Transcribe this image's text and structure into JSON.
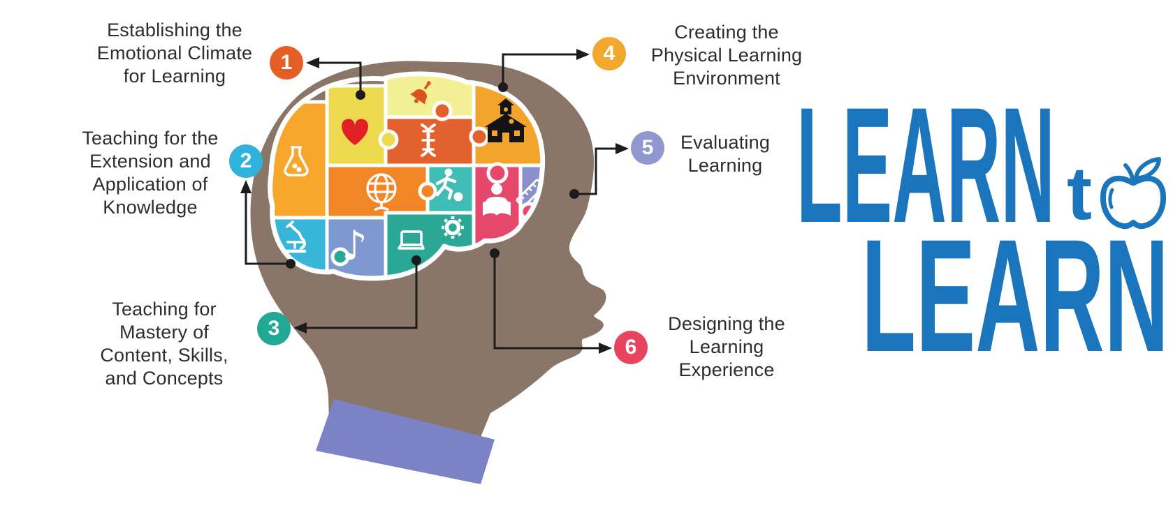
{
  "figure": {
    "text_color": "#2d2d2d",
    "logo": {
      "line1": "LEARN",
      "to_letter": "t",
      "line2": "LEARN",
      "color": "#1b75bc",
      "o_icon": "apple-outline-icon"
    },
    "callouts": [
      {
        "number": "1",
        "text": "Establishing the\nEmotional Climate\nfor Learning",
        "color": "#e45f26"
      },
      {
        "number": "2",
        "text": "Teaching for the\nExtension and\nApplication of\nKnowledge",
        "color": "#2fb3dc"
      },
      {
        "number": "3",
        "text": "Teaching for\nMastery of\nContent, Skills,\nand Concepts",
        "color": "#21a995"
      },
      {
        "number": "4",
        "text": "Creating the\nPhysical Learning\nEnvironment",
        "color": "#f2a72e"
      },
      {
        "number": "5",
        "text": "Evaluating\nLearning",
        "color": "#9198d0"
      },
      {
        "number": "6",
        "text": "Designing the\nLearning\nExperience",
        "color": "#e8435f"
      }
    ],
    "head": {
      "skin_color": "#8a7668",
      "collar_color": "#7b82c6"
    },
    "brain": {
      "outline_color": "#ffffff",
      "pieces": [
        {
          "name": "flask-piece",
          "color": "#f5a62b"
        },
        {
          "name": "heart-piece",
          "color": "#ecd94e"
        },
        {
          "name": "bell-piece",
          "color": "#f3f095"
        },
        {
          "name": "dna-piece",
          "color": "#e2612d"
        },
        {
          "name": "school-piece",
          "color": "#f3a42c"
        },
        {
          "name": "globe-piece",
          "color": "#f08626"
        },
        {
          "name": "runner-piece",
          "color": "#3fbcb3"
        },
        {
          "name": "reader-piece",
          "color": "#e5486b"
        },
        {
          "name": "ruler-piece",
          "color": "#8b8fcb"
        },
        {
          "name": "microscope-piece",
          "color": "#38b6da"
        },
        {
          "name": "music-piece",
          "color": "#7e99d1"
        },
        {
          "name": "laptop-piece",
          "color": "#2aa795"
        }
      ],
      "icon_colors": {
        "bell": "#d9531e",
        "heart": "#e11f26",
        "school": "#131313",
        "white": "#ffffff"
      },
      "icons": [
        "bell",
        "heart",
        "dna",
        "schoolhouse",
        "flask",
        "globe",
        "runner",
        "reader",
        "ruler",
        "microscope",
        "music-note",
        "laptop",
        "gear"
      ],
      "music_note_glyph": "♪"
    }
  }
}
